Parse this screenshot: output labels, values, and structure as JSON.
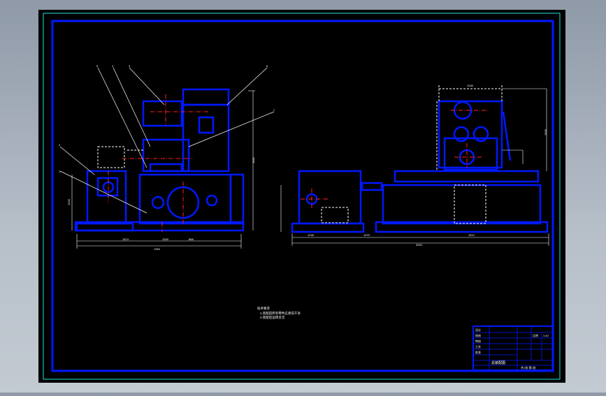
{
  "drawing": {
    "notes": {
      "heading": "技术要求",
      "line1": "1.装配前所有零件应清洗干净",
      "line2": "2.装配后运转灵活"
    },
    "part_callouts": [
      "1",
      "2",
      "3",
      "4",
      "5",
      "6",
      "7"
    ],
    "dims_front": {
      "width_total": "1354",
      "seg_a": "1574",
      "seg_b": "868",
      "seg_c": "1000",
      "height_left": "1020",
      "height_right": "1845"
    },
    "dims_side": {
      "width_total": "3004",
      "seg_a": "1245",
      "seg_b": "1070",
      "seg_c": "1512",
      "top_width": "1240",
      "height": "1500"
    },
    "title_block": {
      "title": "总装配图",
      "labels": [
        "设计",
        "校核",
        "审核",
        "工艺",
        "批准"
      ],
      "scale_label": "比例",
      "scale": "1:10",
      "sheet": "共1张 第1张"
    }
  },
  "colors": {
    "outline": "#0018ff",
    "frame": "#1ee0e6",
    "centerline": "#ff2020",
    "background": "#000000",
    "hidden": "#ffffff"
  }
}
